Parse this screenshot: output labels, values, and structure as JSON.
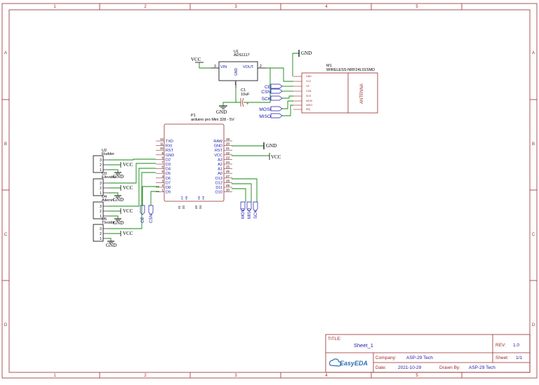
{
  "frame": {
    "col_labels": [
      "1",
      "2",
      "3",
      "4",
      "5"
    ],
    "row_labels": [
      "A",
      "B",
      "C",
      "D"
    ]
  },
  "regulator": {
    "ref": "U1",
    "part": "ADS1117",
    "pin_vin": "VIN",
    "pin_vout": "VOUT",
    "pin_gnd": "GND",
    "pin3": "3",
    "pin2": "2",
    "pin1": "1",
    "vcc_label": "VCC"
  },
  "capacitor": {
    "ref": "C1",
    "value": "10uF",
    "gnd_label": "GND"
  },
  "radio": {
    "ref": "M1",
    "part": "WIRELESS-NRF24L01SMD",
    "antenna": "ANTENNA",
    "gnd_label": "GND",
    "pins": [
      "GND",
      "VCC",
      "CE",
      "CSN",
      "SCK",
      "MOSI",
      "MISO",
      "IRQ"
    ],
    "nets": [
      "CE",
      "CSN",
      "SCK",
      "MOSI",
      "MISO"
    ]
  },
  "arduino": {
    "ref": "P1",
    "part": "arduino pro Mini 328 - 5V",
    "left_pins": [
      {
        "num": "12",
        "name": "TXD"
      },
      {
        "num": "11",
        "name": "RXI"
      },
      {
        "num": "10",
        "name": "RST"
      },
      {
        "num": "9",
        "name": "GND"
      },
      {
        "num": "8",
        "name": "D2"
      },
      {
        "num": "7",
        "name": "D3"
      },
      {
        "num": "6",
        "name": "D4"
      },
      {
        "num": "5",
        "name": "D5"
      },
      {
        "num": "4",
        "name": "D6"
      },
      {
        "num": "3",
        "name": "D7"
      },
      {
        "num": "2",
        "name": "D8"
      },
      {
        "num": "1",
        "name": "D9"
      }
    ],
    "right_pins": [
      {
        "num": "19",
        "name": "RAW"
      },
      {
        "num": "20",
        "name": "GND"
      },
      {
        "num": "21",
        "name": "RST"
      },
      {
        "num": "22",
        "name": "VCC"
      },
      {
        "num": "23",
        "name": "A3"
      },
      {
        "num": "24",
        "name": "A2"
      },
      {
        "num": "25",
        "name": "A1"
      },
      {
        "num": "26",
        "name": "A0"
      },
      {
        "num": "27",
        "name": "D13"
      },
      {
        "num": "28",
        "name": "D12"
      },
      {
        "num": "29",
        "name": "D11"
      },
      {
        "num": "30",
        "name": "D10"
      }
    ],
    "bottom_pins": [
      {
        "num": "31",
        "name": "A7"
      },
      {
        "num": "32",
        "name": "A6"
      },
      {
        "num": "33",
        "name": "A5"
      },
      {
        "num": "34",
        "name": "A4"
      }
    ],
    "gnd_label": "GND",
    "vcc_label": "VCC",
    "left_nets": [
      "CE",
      "CSN"
    ],
    "right_nets": [
      "MOSI",
      "MISO",
      "SCK"
    ]
  },
  "headers": [
    {
      "ref": "U2",
      "name": "Rudder",
      "vcc": "VCC",
      "gnd": "GND",
      "pins": [
        "3",
        "2",
        "1"
      ]
    },
    {
      "ref": "U3",
      "name": "Elevator",
      "vcc": "VCC",
      "gnd": "GND",
      "pins": [
        "3",
        "2",
        "1"
      ]
    },
    {
      "ref": "U4",
      "name": "Aileron",
      "vcc": "VCC",
      "gnd": "GND",
      "pins": [
        "3",
        "2",
        "1"
      ]
    },
    {
      "ref": "U5",
      "name": "Throttle",
      "vcc": "VCC",
      "gnd": "GND",
      "pins": [
        "3",
        "2",
        "1"
      ]
    }
  ],
  "title_block": {
    "title_label": "TITLE:",
    "title": "Sheet_1",
    "rev_label": "REV:",
    "rev": "1.0",
    "company_label": "Company:",
    "company": "ASP-29 Tech",
    "sheet_label": "Sheet:",
    "sheet": "1/1",
    "date_label": "Date:",
    "date": "2021-10-29",
    "drawn_label": "Drawn By:",
    "drawn": "ASP-29 Tech",
    "brand": "EasyEDA"
  },
  "colors": {
    "frame": "#9a2a2a",
    "wire": "#118811",
    "label": "#1a1aaa",
    "black": "#000000"
  }
}
